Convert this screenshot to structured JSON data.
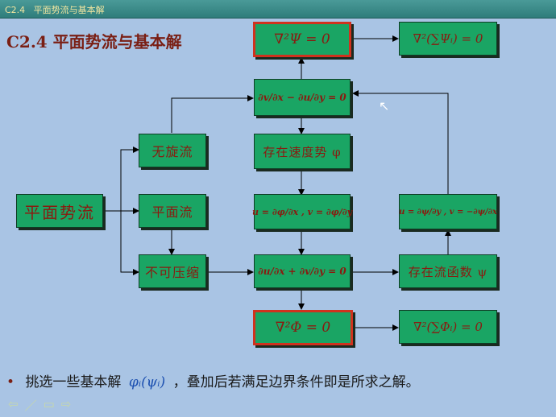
{
  "topbar": {
    "text": "C2.4   平面势流与基本解"
  },
  "title": "C2.4  平面势流与基本解",
  "boxes": {
    "pingmian_shiliu": "平面势流",
    "wuxuanliu": "无旋流",
    "pingmianliu": "平面流",
    "bukeyasuo": "不可压缩",
    "laplace_psi": "∇²Ψ = 0",
    "laplace_phi": "∇²Φ = 0",
    "super_psi": "∇²(∑Ψᵢ) = 0",
    "super_phi": "∇²(∑Φᵢ) = 0",
    "irrot_eq": "∂v/∂x − ∂u/∂y = 0",
    "cont_eq": "∂u/∂x + ∂v/∂y = 0",
    "velocity_potential": "存在速度势 φ",
    "stream_function": "存在流函数 ψ",
    "phi_relations": "u = ∂φ/∂x , v = ∂φ/∂y",
    "psi_relations": "u = ∂ψ/∂y , v = −∂ψ/∂x"
  },
  "bullet": {
    "marker": "•",
    "before": "挑选一些基本解",
    "symbol": "φᵢ(ψᵢ)",
    "after": "，叠加后若满足边界条件即是所求之解。"
  },
  "nav": {
    "prev": "⇦",
    "pen": "／",
    "screen": "▭",
    "next": "⇨"
  }
}
